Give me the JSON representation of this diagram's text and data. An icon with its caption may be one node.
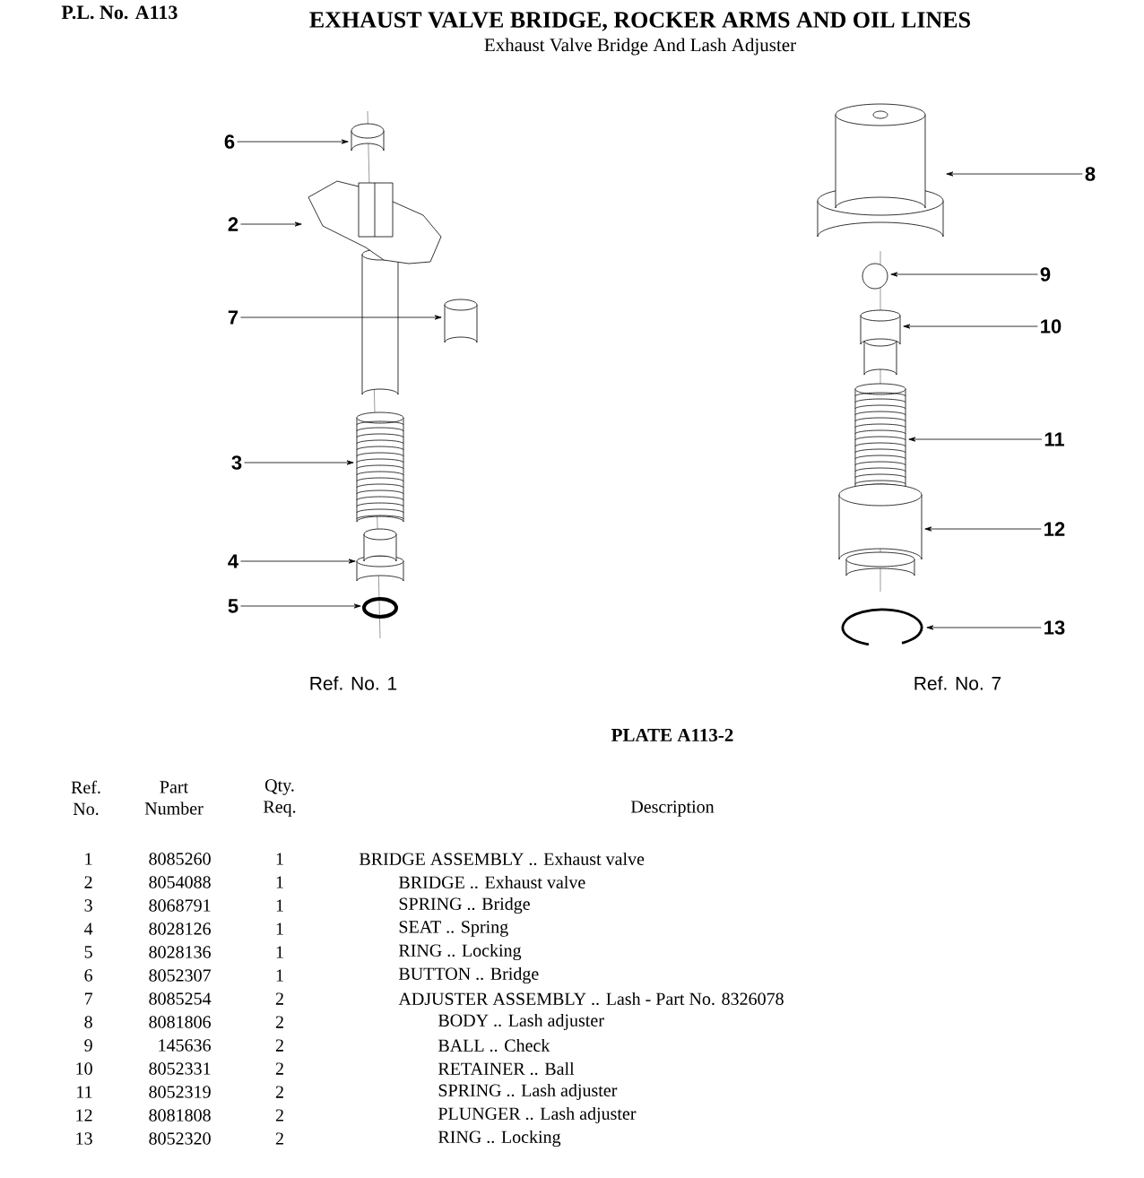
{
  "diagram": {
    "title": "EXHAUST VALVE BRIDGE, ROCKER ARMS AND OIL LINES",
    "nodes": [
      {
        "text": [
          "6"
        ]
      },
      {
        "text": [],
        "shape": "cylinder"
      },
      {
        "text": [
          "2"
        ]
      },
      {
        "text": [],
        "shape": "picture"
      },
      {
        "text": [
          "7"
        ]
      },
      {
        "text": [],
        "shape": "cylinder"
      },
      {
        "text": [
          "3"
        ]
      },
      {
        "text": [],
        "shape": "picture"
      },
      {
        "text": [
          "4"
        ]
      },
      {
        "text": [],
        "shape": "picture"
      },
      {
        "text": [
          "5"
        ]
      },
      {
        "text": [],
        "shape": "circle"
      },
      {
        "text": [
          "8"
        ]
      },
      {
        "text": [],
        "shape": "cylinder"
      },
      {
        "text": [
          "9"
        ]
      },
      {
        "text": [],
        "shape": "circle"
      },
      {
        "text": [
          "10"
        ]
      },
      {
        "text": [],
        "shape": "picture"
      },
      {
        "text": [
          "11"
        ]
      },
      {
        "text": [],
        "shape": "picture"
      },
      {
        "text": [
          "12"
        ]
      },
      {
        "text": [],
        "shape": "cylinder"
      },
      {
        "text": [
          "13"
        ]
      },
      {
        "text": [],
        "shape": "picture"
      }
    ],
    "edges": [
      {
        "from": 0,
        "to": 1,
        "arrow": "to"
      },
      {
        "from": 2,
        "to": 3,
        "arrow": "to"
      },
      {
        "from": 4,
        "to": 5,
        "arrow": "to"
      },
      {
        "from": 6,
        "to": 7,
        "arrow": "to"
      },
      {
        "from": 8,
        "to": 9,
        "arrow": "to"
      },
      {
        "from": 10,
        "to": 11,
        "arrow": "to"
      },
      {
        "from": 12,
        "to": 13,
        "arrow": "to"
      },
      {
        "from": 14,
        "to": 15,
        "arrow": "to"
      },
      {
        "from": 16,
        "to": 17,
        "arrow": "to"
      },
      {
        "from": 18,
        "to": 19,
        "arrow": "to"
      },
      {
        "from": 20,
        "to": 21,
        "arrow": "to"
      },
      {
        "from": 22,
        "to": 23,
        "arrow": "to"
      }
    ],
    "labels": [
      "P.L. No. A113",
      "Exhaust Valve Bridge And Lash Adjuster",
      "Ref. No. 1",
      "Ref. No. 7",
      "PLATE A113-2",
      "Ref. No.",
      "Part Number",
      "Qty. Req.",
      "Description",
      "1",
      "8085260",
      "1",
      "BRIDGE ASSEMBLY .. Exhaust valve",
      "2",
      "8054088",
      "1",
      "BRIDGE .. Exhaust valve",
      "3",
      "8068791",
      "1",
      "SPRING .. Bridge",
      "4",
      "8028126",
      "1",
      "SEAT .. Spring",
      "5",
      "8028136",
      "1",
      "RING .. Locking",
      "6",
      "8052307",
      "1",
      "BUTTON .. Bridge",
      "7",
      "8085254",
      "2",
      "ADJUSTER ASSEMBLY .. Lash - Part No. 8326078",
      "8",
      "8081806",
      "2",
      "BODY .. Lash adjuster",
      "9",
      "145636",
      "2",
      "BALL .. Check",
      "10",
      "8052331",
      "2",
      "RETAINER .. Ball",
      "11",
      "8052319",
      "2",
      "SPRING .. Lash adjuster",
      "12",
      "8081808",
      "2",
      "PLUNGER .. Lash adjuster",
      "13",
      "8052320",
      "2",
      "RING .. Locking"
    ]
  }
}
